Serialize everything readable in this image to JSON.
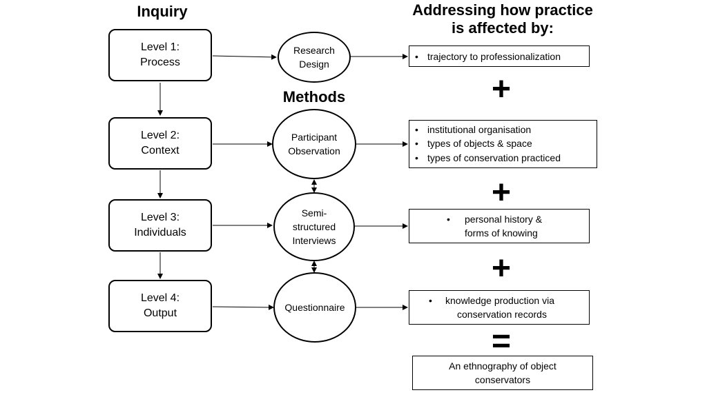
{
  "headings": {
    "inquiry": "Inquiry",
    "methods": "Methods",
    "addressing_line1": "Addressing how practice",
    "addressing_line2": "is affected by:"
  },
  "levels": [
    {
      "line1": "Level 1:",
      "line2": "Process"
    },
    {
      "line1": "Level 2:",
      "line2": "Context"
    },
    {
      "line1": "Level 3:",
      "line2": "Individuals"
    },
    {
      "line1": "Level 4:",
      "line2": "Output"
    }
  ],
  "methods": [
    {
      "line1": "Research",
      "line2": "Design",
      "line3": ""
    },
    {
      "line1": "Participant",
      "line2": "Observation",
      "line3": ""
    },
    {
      "line1": "Semi-",
      "line2": "structured",
      "line3": "Interviews"
    },
    {
      "line1": "Questionnaire",
      "line2": "",
      "line3": ""
    }
  ],
  "outcomes": [
    {
      "items": [
        "trajectory to professionalization"
      ]
    },
    {
      "items": [
        "institutional organisation",
        "types of objects & space",
        "types of conservation practiced"
      ]
    },
    {
      "bullet_line": "personal history &",
      "continuation": "forms of knowing"
    },
    {
      "bullet_line": "knowledge production via",
      "continuation": "conservation records"
    }
  ],
  "operators": {
    "plus": "+",
    "equals": "="
  },
  "result": {
    "line1": "An ethnography of object",
    "line2": "conservators"
  }
}
